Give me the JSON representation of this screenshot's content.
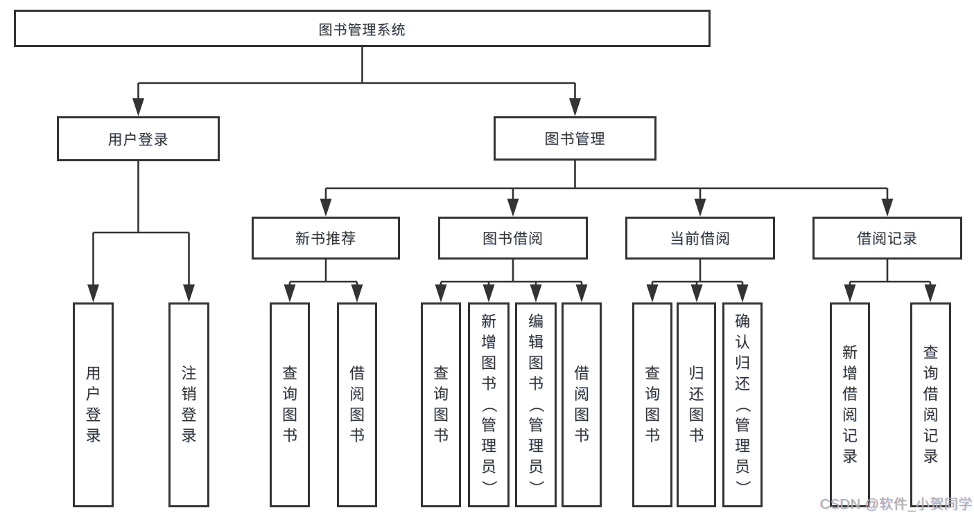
{
  "diagram": {
    "root": {
      "label": "图书管理系统"
    },
    "level2": {
      "user_login": {
        "label": "用户登录"
      },
      "book_management": {
        "label": "图书管理"
      }
    },
    "level3": {
      "new_book_recommend": {
        "label": "新书推荐"
      },
      "book_borrow": {
        "label": "图书借阅"
      },
      "current_borrow": {
        "label": "当前借阅"
      },
      "borrow_record": {
        "label": "借阅记录"
      }
    },
    "leaves": {
      "user_login": {
        "label": "用户登录"
      },
      "logout": {
        "label": "注销登录"
      },
      "rec_query_book": {
        "label": "查询图书"
      },
      "rec_borrow_book": {
        "label": "借阅图书"
      },
      "borrow_query_book": {
        "label": "查询图书"
      },
      "borrow_add_book": {
        "label": "新增图书（管理员）"
      },
      "borrow_edit_book": {
        "label": "编辑图书（管理员）"
      },
      "borrow_borrow_book": {
        "label": "借阅图书"
      },
      "current_query_book": {
        "label": "查询图书"
      },
      "current_return_book": {
        "label": "归还图书"
      },
      "current_confirm_return": {
        "label": "确认归还（管理员）"
      },
      "record_add": {
        "label": "新增借阅记录"
      },
      "record_query": {
        "label": "查询借阅记录"
      }
    }
  },
  "watermark": {
    "text": "CSDN @软件_小贺同学"
  },
  "colors": {
    "line": "#333333",
    "box_border": "#333333",
    "text": "#333333",
    "watermark_text": "#b0b0b0",
    "background": "#ffffff"
  }
}
